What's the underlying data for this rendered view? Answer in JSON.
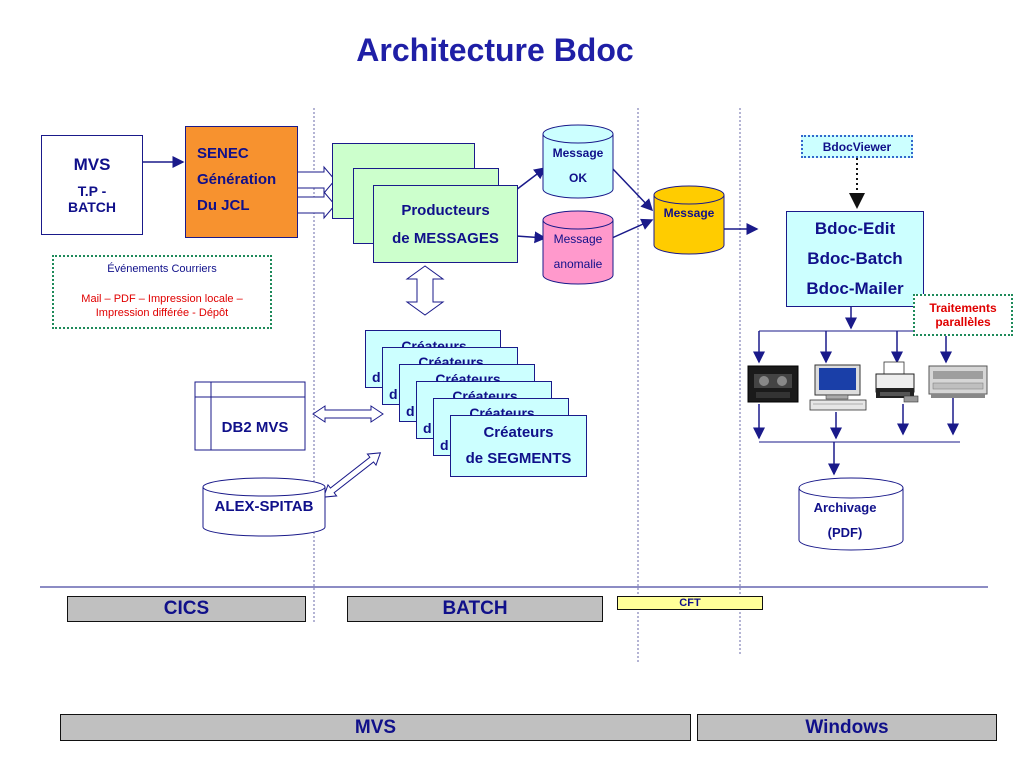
{
  "title": "Architecture Bdoc",
  "mvs_box": {
    "line1": "MVS",
    "line2": "T.P -",
    "line3": "BATCH"
  },
  "senec_box": {
    "line1": "SENEC",
    "line2": "Génération",
    "line3": "Du JCL"
  },
  "producteurs": {
    "line1": "Producteurs",
    "line2": "de MESSAGES"
  },
  "events_box": {
    "line1": "Événements Courriers",
    "line2": "Mail – PDF – Impression locale –",
    "line3": "Impression différée - Dépôt"
  },
  "message_ok": {
    "line1": "Message",
    "line2": "OK"
  },
  "message_anomalie": {
    "line1": "Message",
    "line2": "anomalie"
  },
  "message_main": "Message",
  "createurs": {
    "stack_top": "Créateurs",
    "stack_partial": "d",
    "front_line1": "Créateurs",
    "front_line2": "de SEGMENTS"
  },
  "db2": "DB2 MVS",
  "alex": "ALEX-SPITAB",
  "bdocviewer": "BdocViewer",
  "bdoc_box": {
    "line1": "Bdoc-Edit",
    "line2": "Bdoc-Batch",
    "line3": "Bdoc-Mailer"
  },
  "traitements": {
    "line1": "Traitements",
    "line2": "parallèles"
  },
  "archivage": {
    "line1": "Archivage",
    "line2": "(PDF)"
  },
  "bars": {
    "cics": "CICS",
    "batch": "BATCH",
    "cft": "CFT",
    "mvs": "MVS",
    "windows": "Windows"
  },
  "colors": {
    "text": "#10108a",
    "senec": "#f7922f",
    "light_green": "#ccffcc",
    "light_cyan": "#ccffff",
    "pink": "#ff99cc",
    "message_yellow": "#ffcc00",
    "cft_yellow": "#ffff99",
    "bar_gray": "#c0c0c0",
    "dotted_green": "#1e8a5a",
    "dotted_blue": "#3366cc",
    "red_text": "#e00000"
  },
  "icons": [
    "tape-cartridge-icon",
    "computer-terminal-icon",
    "printer-icon",
    "laser-printer-icon"
  ]
}
